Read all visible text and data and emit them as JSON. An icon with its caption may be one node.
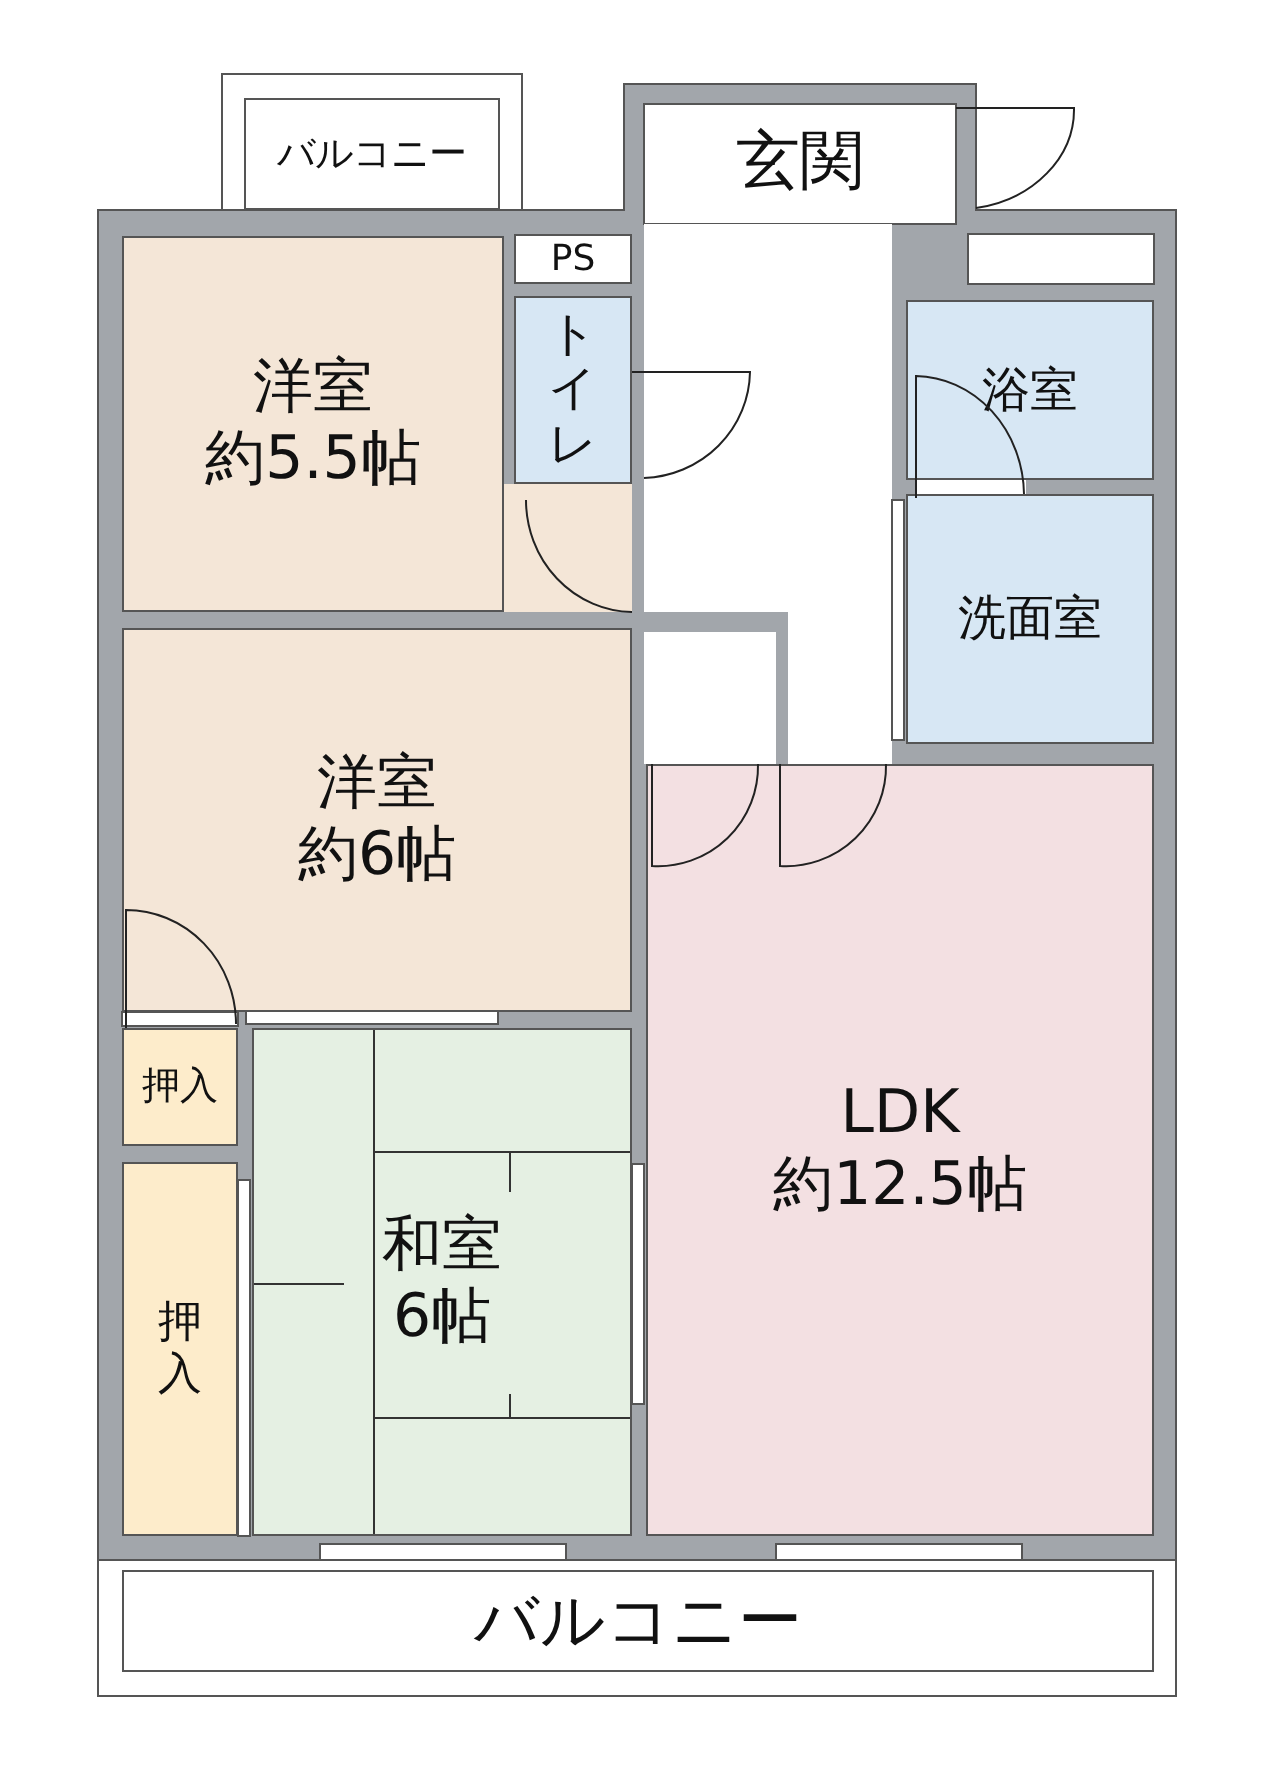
{
  "diagram": {
    "nodes": [
      {
        "text": [
          "バルコニー"
        ]
      },
      {
        "text": [
          "玄関"
        ]
      },
      {
        "text": [
          "PS"
        ]
      },
      {
        "text": [
          "洋室",
          "約5.5帖"
        ]
      },
      {
        "text": [
          "トイレ"
        ]
      },
      {
        "text": [
          "浴室"
        ]
      },
      {
        "text": [
          "洗面室"
        ]
      },
      {
        "text": [
          "洋室",
          "約6帖"
        ]
      },
      {
        "text": [
          "押入"
        ]
      },
      {
        "text": [
          "和室",
          "6帖"
        ]
      },
      {
        "text": [
          "LDK",
          "約12.5帖"
        ]
      },
      {
        "text": [
          "押入"
        ]
      },
      {
        "text": [
          "バルコニー"
        ]
      }
    ]
  }
}
